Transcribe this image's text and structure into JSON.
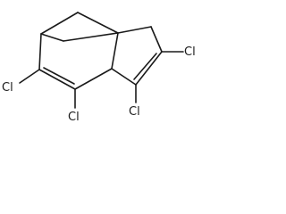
{
  "structure": {
    "atoms": {
      "cl_left": "Cl",
      "cl_bottom_left": "Cl",
      "cl_bottom_right": "Cl",
      "cl_right": "Cl"
    }
  }
}
